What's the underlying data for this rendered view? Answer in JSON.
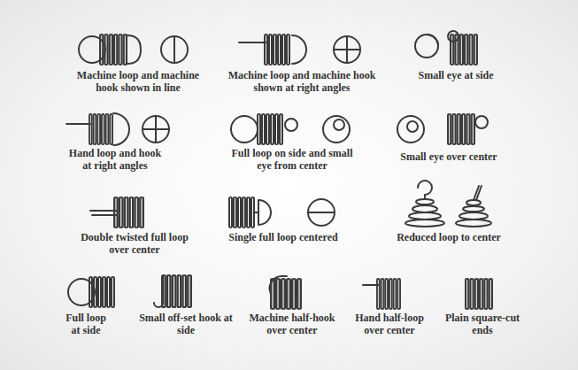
{
  "diagram": {
    "labels": [
      "Machine loop and machine hook shown in line",
      "Machine loop and machine hook shown at right angles",
      "Small eye at side",
      "Hand loop and hook at right angles",
      "Full loop on side and small eye from center",
      "Small eye over center",
      "Double twisted full loop over center",
      "Single full loop centered",
      "Reduced loop to center",
      "Full loop at side",
      "Small off-set hook at side",
      "Machine half-hook over center",
      "Hand half-loop over center",
      "Plain square-cut ends"
    ]
  }
}
